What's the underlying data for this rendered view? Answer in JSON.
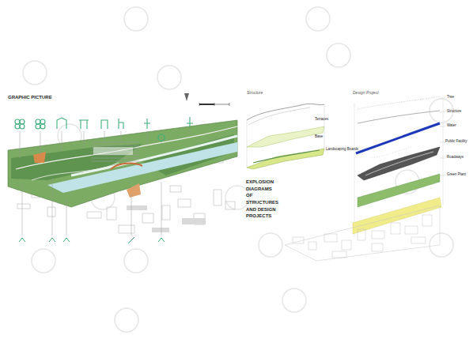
{
  "diagram": {
    "labels": [
      "GRAPHIC PICTURE",
      "Structure",
      "Terraces",
      "Base",
      "Landscaping Boards",
      "EXPLOSION DIAGRAMS OF STRUCTURES AND DESIGN PROJECTS",
      "Design Project",
      "Tree",
      "Structure",
      "Water",
      "Public Facility",
      "Roadways",
      "Green Plant"
    ]
  }
}
